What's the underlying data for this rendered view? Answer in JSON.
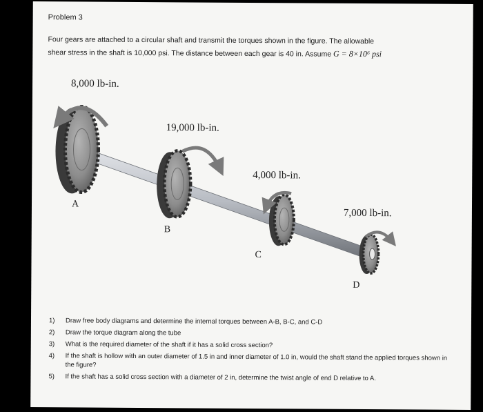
{
  "problem": {
    "title": "Problem 3",
    "statement_line1": "Four gears are attached to a circular shaft and transmit the torques shown in the figure. The allowable",
    "statement_line2": "shear stress in the shaft is 10,000 psi. The distance between each gear is 40 in. Assume",
    "g_value": "G = 8×10⁶ psi"
  },
  "figure": {
    "torque_a": "8,000 lb-in.",
    "torque_b": "19,000 lb-in.",
    "torque_c": "4,000 lb-in.",
    "torque_d": "7,000 lb-in.",
    "label_a": "A",
    "label_b": "B",
    "label_c": "C",
    "label_d": "D",
    "shaft_color": "#b8bcc3",
    "gear_color": "#8c8c8c",
    "arrow_color": "#7a7a7a"
  },
  "questions": [
    {
      "num": "1)",
      "text": "Draw free body diagrams and determine the internal torques between A-B, B-C, and C-D"
    },
    {
      "num": "2)",
      "text": "Draw the torque diagram along the tube"
    },
    {
      "num": "3)",
      "text": "What is the required diameter of the shaft if it has a solid cross section?"
    },
    {
      "num": "4)",
      "text": "If the shaft is hollow with an outer diameter of 1.5 in and inner diameter of 1.0 in, would the shaft stand the applied torques shown in the figure?"
    },
    {
      "num": "5)",
      "text": "If the shaft has a solid cross section with a diameter of 2 in, determine the twist angle of end D relative to A."
    }
  ]
}
